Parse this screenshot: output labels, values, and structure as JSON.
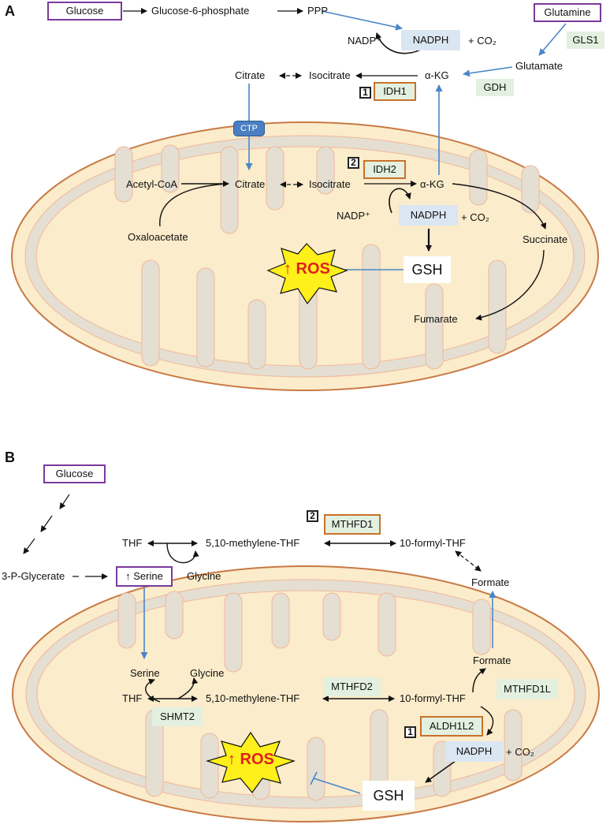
{
  "panelA": {
    "label": "A",
    "glucose": "Glucose",
    "g6p": "Glucose-6-phosphate",
    "ppp": "PPP",
    "glutamine": "Glutamine",
    "gls1": "GLS1",
    "glutamate": "Glutamate",
    "gdh": "GDH",
    "nadp_top": "NADP⁺",
    "nadph_top": "NADPH",
    "co2_top": "+  CO₂",
    "citrate_top": "Citrate",
    "isocitrate_top": "Isocitrate",
    "akg_top": "α-KG",
    "num1": "1",
    "idh1": "IDH1",
    "ctp": "CTP",
    "num2": "2",
    "idh2": "IDH2",
    "acetylcoa": "Acetyl-CoA",
    "citrate_mito": "Citrate",
    "isocitrate_mito": "Isocitrate",
    "akg_mito": "α-KG",
    "oxaloacetate": "Oxaloacetate",
    "nadp_mito": "NADP⁺",
    "nadph_mito": "NADPH",
    "co2_mito": "+ CO₂",
    "succinate": "Succinate",
    "ros": "↑ ROS",
    "gsh": "GSH",
    "fumarate": "Fumarate"
  },
  "panelB": {
    "label": "B",
    "glucose": "Glucose",
    "num2": "2",
    "mthfd1": "MTHFD1",
    "thf_top": "THF",
    "methylene_top": "5,10-methylene-THF",
    "formyl_top": "10-formyl-THF",
    "glycine_top": "Glycine",
    "p3g": "3-P-Glycerate",
    "serine_top": "↑ Serine",
    "formate_top": "Formate",
    "serine_mito": "Serine",
    "glycine_mito": "Glycine",
    "formate_mito": "Formate",
    "mthfd2": "MTHFD2",
    "thf_mito": "THF",
    "methylene_mito": "5,10-methylene-THF",
    "formyl_mito": "10-formyl-THF",
    "mthfd1l": "MTHFD1L",
    "shmt2": "SHMT2",
    "num1": "1",
    "aldh1l2": "ALDH1L2",
    "nadph": "NADPH",
    "co2": "+ CO₂",
    "ros": "↑ ROS",
    "gsh": "GSH"
  },
  "colors": {
    "mito_fill": "#fbeccb",
    "mito_outline": "#c87a45",
    "cristae_gray": "#e4dfd2",
    "arrow_blue": "#4a86c8",
    "enzyme_green": "#e3f0e0",
    "nadph_blue": "#dbe6f3",
    "box_purple": "#7a3a9a",
    "box_orange": "#c8722a",
    "ros_star": "#ffef1a",
    "ros_text": "#e02020"
  }
}
